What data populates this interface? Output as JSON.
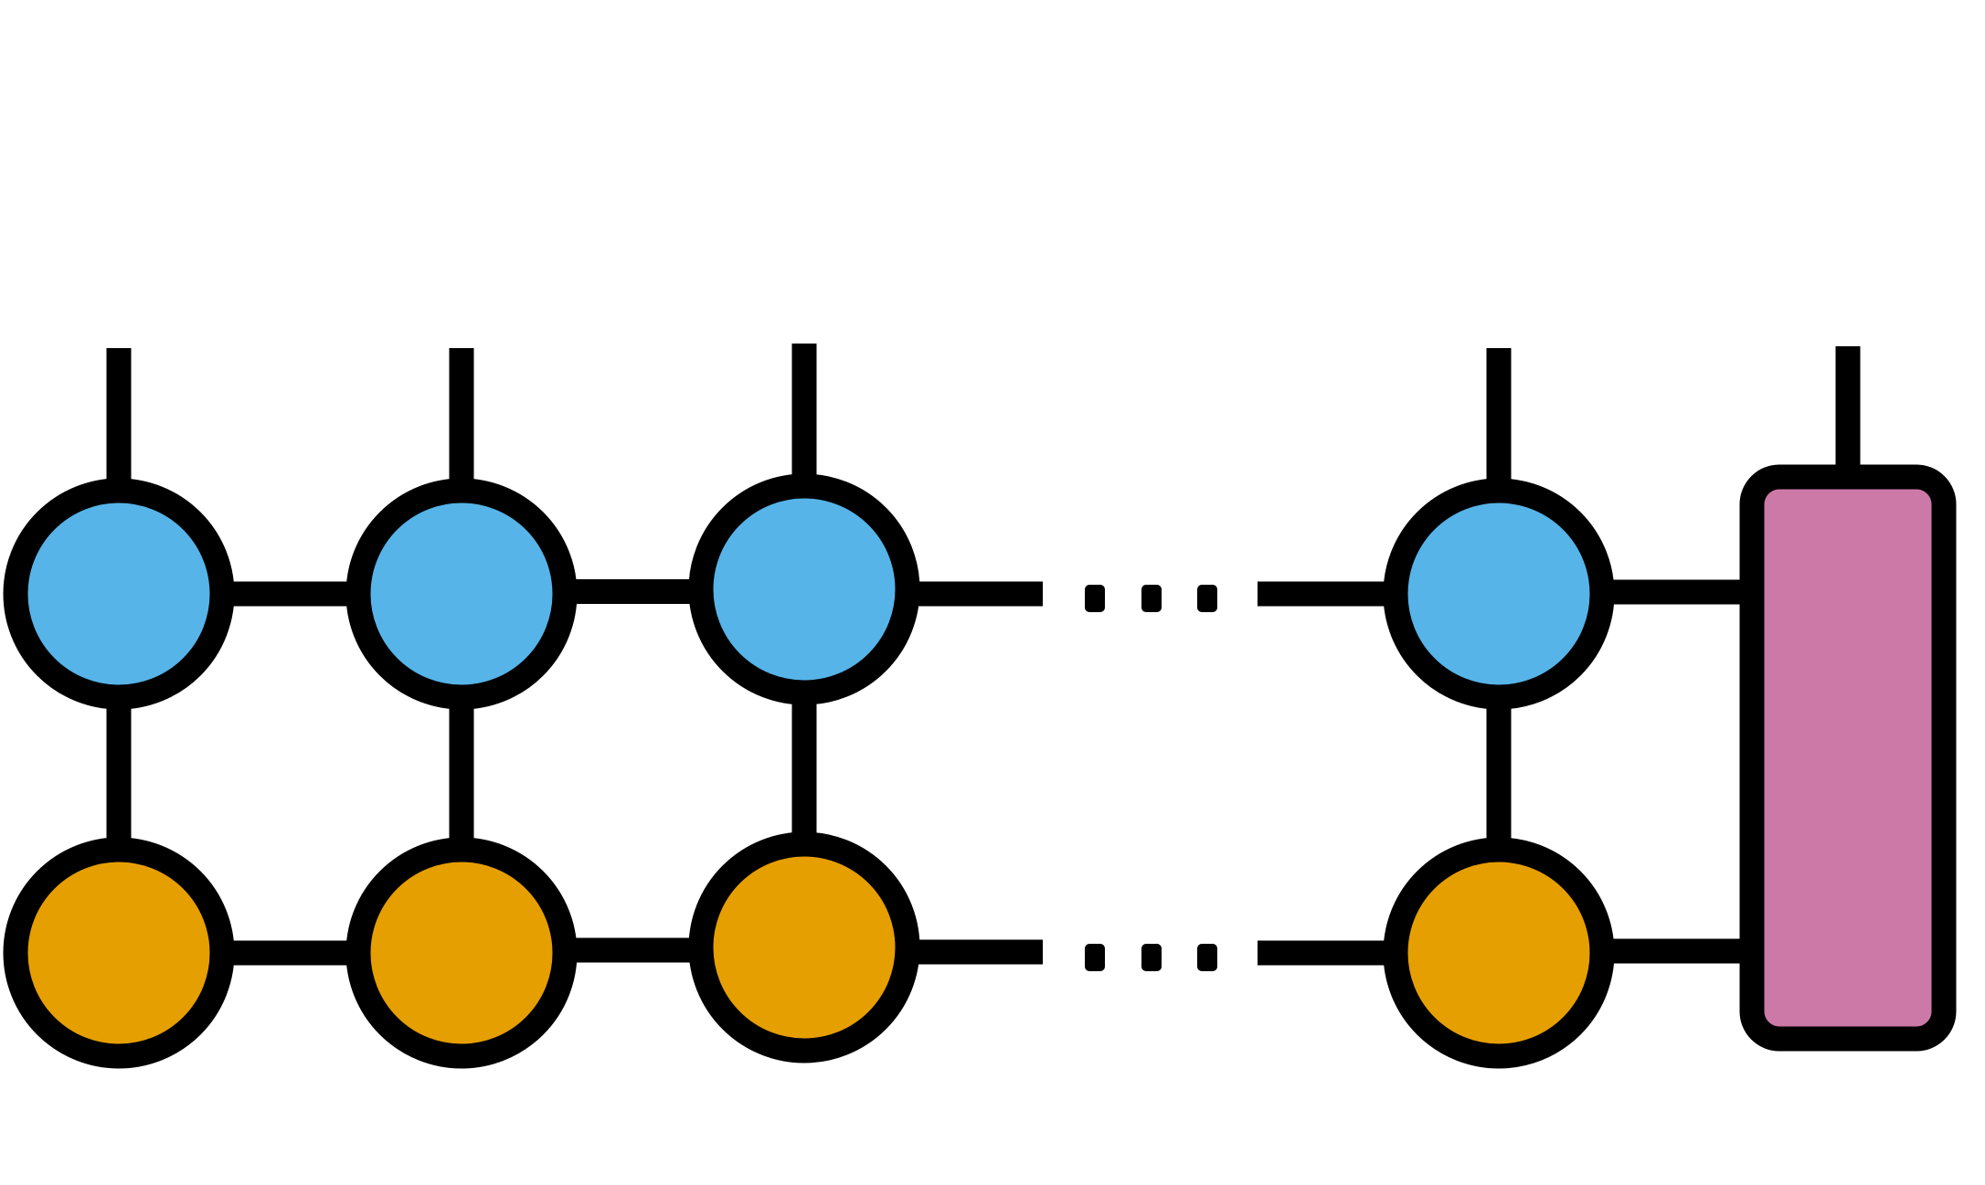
{
  "diagram": {
    "colors": {
      "stroke": "#000000",
      "top_node": "#56B4E9",
      "bottom_node": "#E69F00",
      "boundary_tensor": "#CC79A7",
      "background": "#FFFFFF"
    },
    "top_row": [
      {
        "id": "top-1",
        "has_physical_leg": true
      },
      {
        "id": "top-2",
        "has_physical_leg": true
      },
      {
        "id": "top-3",
        "has_physical_leg": true
      },
      {
        "id": "top-n",
        "has_physical_leg": true
      }
    ],
    "bottom_row": [
      {
        "id": "bottom-1"
      },
      {
        "id": "bottom-2"
      },
      {
        "id": "bottom-3"
      },
      {
        "id": "bottom-n"
      }
    ],
    "ellipsis_dots_per_row": 3,
    "boundary_tensor": {
      "id": "boundary",
      "has_physical_leg": true,
      "connected_rows": 2
    }
  }
}
